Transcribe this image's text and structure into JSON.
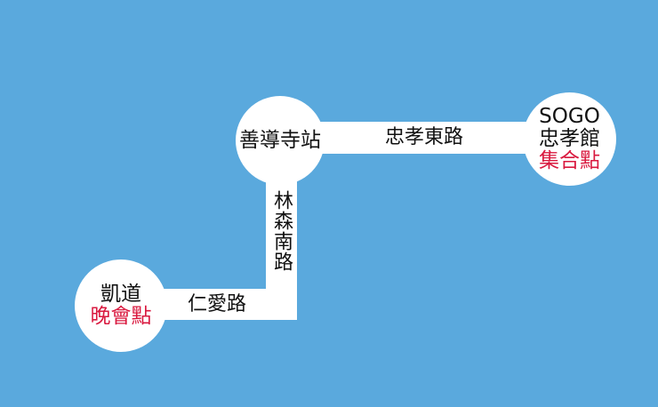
{
  "map": {
    "roads": {
      "zhongxiao_east_road": "忠孝東路",
      "linsen_south_road": "林森南路",
      "renai_road": "仁愛路"
    },
    "stops": {
      "shandao_temple_station": "善導寺站",
      "sogo": {
        "line1": "SOGO",
        "line2": "忠孝館",
        "line3": "集合點"
      },
      "kaidao": {
        "line1": "凱道",
        "line2": "晚會點"
      }
    },
    "colors": {
      "background": "#5aa9dd",
      "road": "#ffffff",
      "text": "#111111",
      "highlight": "#d9193f"
    }
  }
}
